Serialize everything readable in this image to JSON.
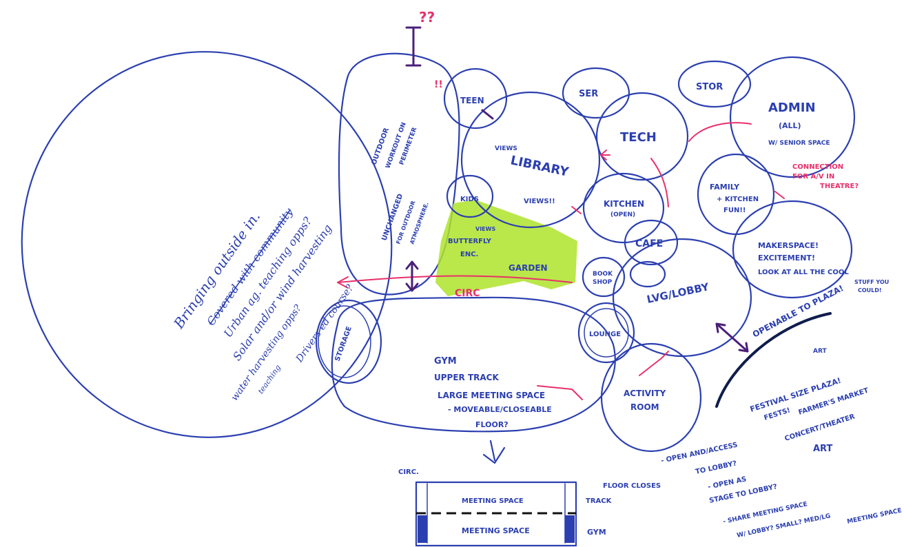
{
  "bubbles": {
    "teen": "TEEN",
    "library": "LIBRARY",
    "ser": "SER",
    "stor": "STOR",
    "admin": "ADMIN",
    "admin_all": "(ALL)",
    "admin_space": "W/ SENIOR SPACE",
    "tech": "TECH",
    "family": "FAMILY",
    "family_2": "+ KITCHEN",
    "family_3": "FUN!!",
    "kitchen": "KITCHEN",
    "kitchen_2": "(OPEN)",
    "cafe": "CAFE",
    "maker_1": "MAKERSPACE!",
    "maker_2": "EXCITEMENT!",
    "maker_3": "LOOK AT ALL THE COOL",
    "maker_4": "STUFF YOU",
    "maker_5": "COULD!",
    "outdoor_1": "OUTDOOR",
    "outdoor_2": "WORKOUT ON",
    "outdoor_3": "PERIMETER",
    "views_1": "UNCHANGED",
    "views_2": "FOR OUTDOOR",
    "views_3": "ATMOSPHERE.",
    "storage": "STORAGE",
    "lvg_lobby": "LVG/LOBBY",
    "lounge": "LOUNGE",
    "activity_1": "ACTIVITY",
    "activity_2": "ROOM",
    "book_shop_1": "BOOK",
    "book_shop_2": "SHOP",
    "circ": "CIRC",
    "garden_1": "BUTTERFLY",
    "garden_2": "ENC.",
    "garden_3": "GARDEN",
    "views_a": "VIEWS",
    "views_b": "VIEWS!!",
    "views_c": "VIEWS",
    "kids": "KIDS",
    "gym_1": "GYM",
    "gym_2": "UPPER TRACK",
    "gym_3": "LARGE MEETING SPACE",
    "gym_4": "- MOVEABLE/CLOSEABLE",
    "gym_5": "FLOOR?",
    "plaza_open": "OPENABLE TO PLAZA!",
    "festival_1": "FESTIVAL SIZE PLAZA!",
    "festival_2": "FESTS!",
    "festival_3": "FARMER'S MARKET",
    "festival_4": "CONCERT/THEATER",
    "festival_5": "ART",
    "festival_art": "ART",
    "conn_1": "CONNECTION",
    "conn_2": "FOR A/V IN",
    "conn_3": "THEATRE?",
    "notes_1": "- OPEN AND/ACCESS",
    "notes_2": "TO LOBBY?",
    "notes_3": "- OPEN AS",
    "notes_4": "STAGE TO LOBBY?",
    "notes_5": "- SHARE MEETING SPACE",
    "notes_6": "W/ LOBBY? SMALL? MED/LG",
    "notes_7": "MEETING SPACE",
    "qq": "??",
    "ex": "!!",
    "open_q": "?"
  },
  "left_notes": {
    "line1": "Bringing outside in.",
    "line2": "Covered with community",
    "line3": "Urban ag. teaching opps?",
    "line4": "Solar and/or wind harvesting",
    "line5": "water harvesting opps?",
    "line6": "teaching",
    "line7": "Drivers ed course?"
  },
  "section": {
    "circ": "CIRC.",
    "floor_closes": "FLOOR CLOSES",
    "track": "TRACK",
    "gym": "GYM",
    "meeting_upper": "MEETING SPACE",
    "meeting_lower": "MEETING SPACE"
  },
  "colors": {
    "ink": "#2b3fb0",
    "accent": "#e8306a",
    "highlight": "#aee32a",
    "arrow": "#4a1f7a"
  }
}
